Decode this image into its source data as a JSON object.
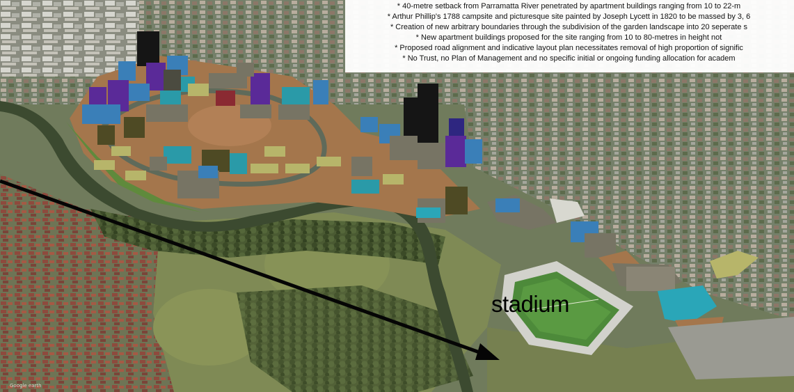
{
  "caption": {
    "lines": [
      "* 40-metre setback from Parramatta River penetrated by apartment buildings ranging from 10 to 22-m",
      "* Arthur Phillip's 1788 campsite and picturesque site painted by Joseph Lycett in 1820 to be massed by 3, 6",
      "* Creation of new arbitrary boundaries through the subdivision of the garden landscape into 20 seperate s",
      "* New apartment buildings proposed for the site ranging from 10 to 80-metres in height not",
      "* Proposed road alignment and indicative layout plan necessitates removal of high proportion of signific",
      "* No Trust, no Plan of Management and no specific initial or ongoing funding allocation for academ"
    ]
  },
  "annotation": {
    "label": "stadium"
  },
  "credit": "Google earth"
}
